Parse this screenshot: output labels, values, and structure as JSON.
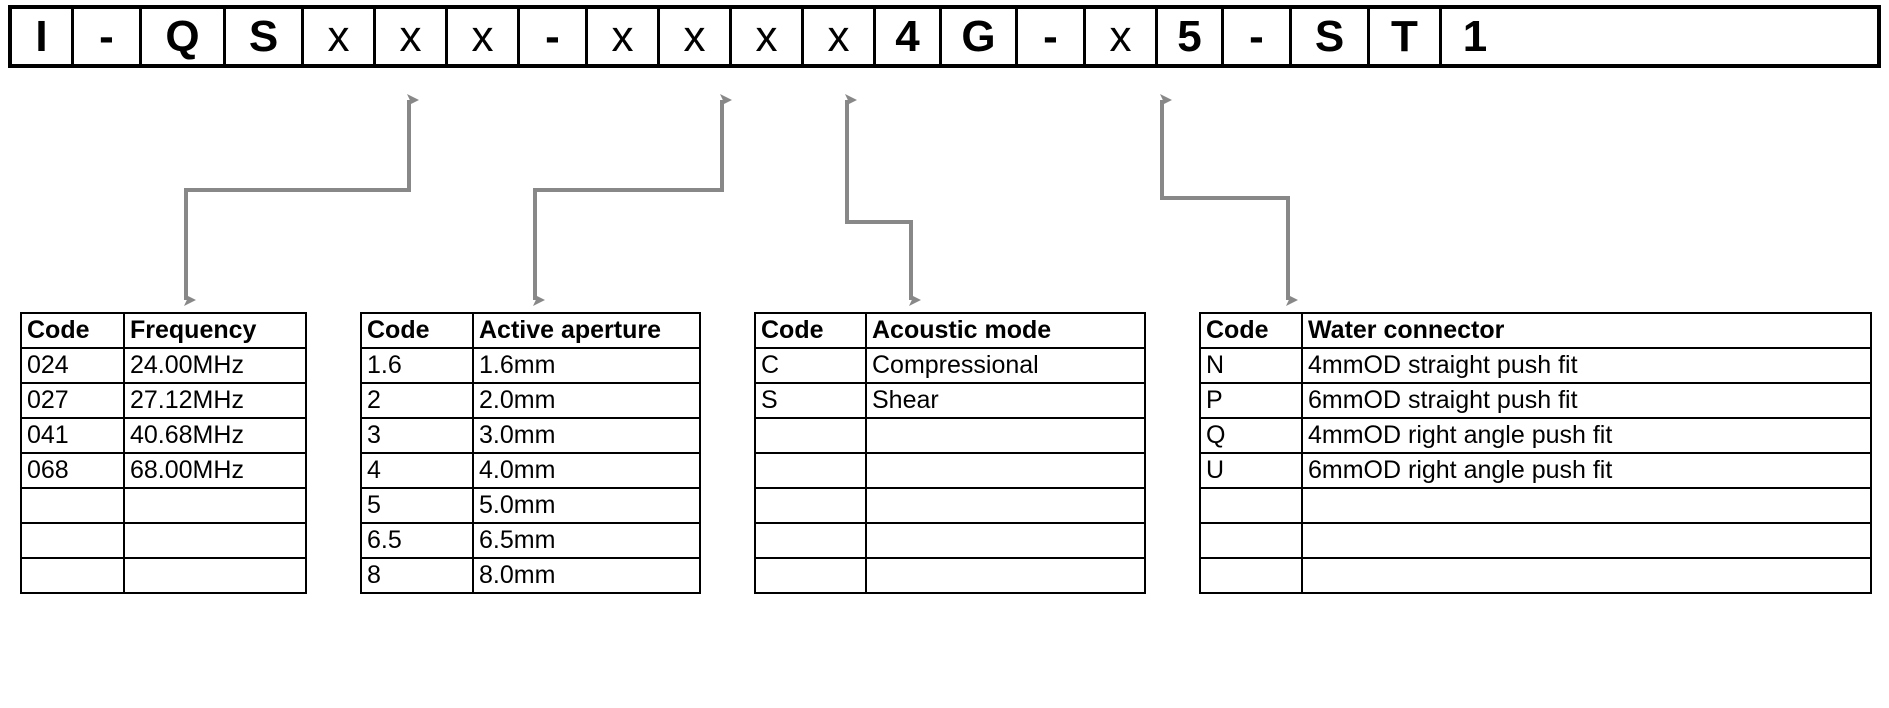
{
  "part_number": {
    "label": "part-number-code-string",
    "cells": [
      {
        "ch": "I",
        "style": "bold",
        "w": 62
      },
      {
        "ch": "-",
        "style": "bold",
        "w": 68
      },
      {
        "ch": "Q",
        "style": "bold",
        "w": 84
      },
      {
        "ch": "S",
        "style": "bold",
        "w": 78
      },
      {
        "ch": "x",
        "style": "light",
        "w": 72
      },
      {
        "ch": "x",
        "style": "light",
        "w": 72
      },
      {
        "ch": "x",
        "style": "light",
        "w": 72
      },
      {
        "ch": "-",
        "style": "bold",
        "w": 68
      },
      {
        "ch": "x",
        "style": "light",
        "w": 72
      },
      {
        "ch": "x",
        "style": "light",
        "w": 72
      },
      {
        "ch": "x",
        "style": "light",
        "w": 72
      },
      {
        "ch": "x",
        "style": "light",
        "w": 72
      },
      {
        "ch": "4",
        "style": "bold",
        "w": 66
      },
      {
        "ch": "G",
        "style": "bold",
        "w": 76
      },
      {
        "ch": "-",
        "style": "bold",
        "w": 68
      },
      {
        "ch": "x",
        "style": "light",
        "w": 72
      },
      {
        "ch": "5",
        "style": "bold",
        "w": 66
      },
      {
        "ch": "-",
        "style": "bold",
        "w": 68
      },
      {
        "ch": "S",
        "style": "bold",
        "w": 78
      },
      {
        "ch": "T",
        "style": "bold",
        "w": 72
      },
      {
        "ch": "1",
        "style": "bold",
        "w": 66
      }
    ]
  },
  "connector_color": "#888888",
  "groups": [
    {
      "name": "frequency",
      "headers": [
        "Code",
        "Frequency"
      ],
      "rows": [
        {
          "code": "024",
          "value": "24.00MHz"
        },
        {
          "code": "027",
          "value": "27.12MHz"
        },
        {
          "code": "041",
          "value": "40.68MHz"
        },
        {
          "code": "068",
          "value": "68.00MHz"
        },
        {
          "code": "",
          "value": ""
        },
        {
          "code": "",
          "value": ""
        },
        {
          "code": "",
          "value": ""
        }
      ]
    },
    {
      "name": "active-aperture",
      "headers": [
        "Code",
        "Active aperture"
      ],
      "rows": [
        {
          "code": "1.6",
          "value": "1.6mm"
        },
        {
          "code": "2",
          "value": "2.0mm"
        },
        {
          "code": "3",
          "value": "3.0mm"
        },
        {
          "code": "4",
          "value": "4.0mm"
        },
        {
          "code": "5",
          "value": "5.0mm"
        },
        {
          "code": "6.5",
          "value": "6.5mm"
        },
        {
          "code": "8",
          "value": "8.0mm"
        }
      ]
    },
    {
      "name": "acoustic-mode",
      "headers": [
        "Code",
        "Acoustic mode"
      ],
      "rows": [
        {
          "code": "C",
          "value": "Compressional"
        },
        {
          "code": "S",
          "value": "Shear"
        },
        {
          "code": "",
          "value": ""
        },
        {
          "code": "",
          "value": ""
        },
        {
          "code": "",
          "value": ""
        },
        {
          "code": "",
          "value": ""
        },
        {
          "code": "",
          "value": ""
        }
      ]
    },
    {
      "name": "water-connector",
      "headers": [
        "Code",
        "Water connector"
      ],
      "rows": [
        {
          "code": "N",
          "value": "4mmOD straight push fit"
        },
        {
          "code": "P",
          "value": "6mmOD straight push fit"
        },
        {
          "code": "Q",
          "value": "4mmOD right angle push fit"
        },
        {
          "code": "U",
          "value": "6mmOD right angle push fit"
        },
        {
          "code": "",
          "value": ""
        },
        {
          "code": "",
          "value": ""
        },
        {
          "code": "",
          "value": ""
        }
      ]
    }
  ]
}
